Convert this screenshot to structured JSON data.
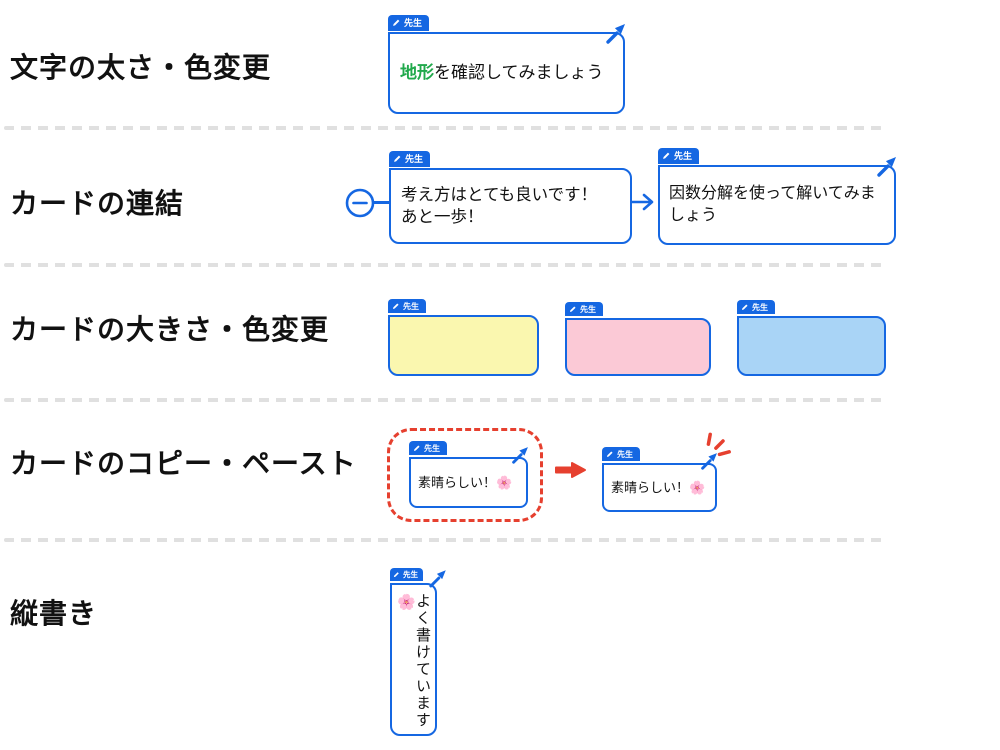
{
  "colors": {
    "card_border_blue": "#1567e2",
    "tab_blue": "#1567e2",
    "highlight_green": "#21a94c",
    "annotation_red": "#e6402f",
    "separator_gray": "#e0e0e0",
    "yellow_fill": "#faf7af",
    "pink_fill": "#fbc9d6",
    "blue_fill": "#a9d4f6"
  },
  "tab": {
    "label": "先生",
    "icon": "pencil-icon"
  },
  "sections": [
    {
      "label": "文字の太さ・色変更"
    },
    {
      "label": "カードの連結"
    },
    {
      "label": "カードの大きさ・色変更"
    },
    {
      "label": "カードのコピー・ペースト"
    },
    {
      "label": "縦書き"
    }
  ],
  "cards": {
    "bold_color": {
      "highlight": "地形",
      "rest": "を確認してみましょう"
    },
    "link_a": "考え方はとても良いです！\nあと一歩！",
    "link_b": "因数分解を使って解いてみましょう",
    "copy_source": "素晴らしい！🌸",
    "copy_paste": "素晴らしい！🌸",
    "vertical": "よく書けています🌸"
  },
  "palette_cards": [
    {
      "name": "yellow",
      "fill": "#faf7af"
    },
    {
      "name": "pink",
      "fill": "#fbc9d6"
    },
    {
      "name": "blue",
      "fill": "#a9d4f6"
    }
  ]
}
